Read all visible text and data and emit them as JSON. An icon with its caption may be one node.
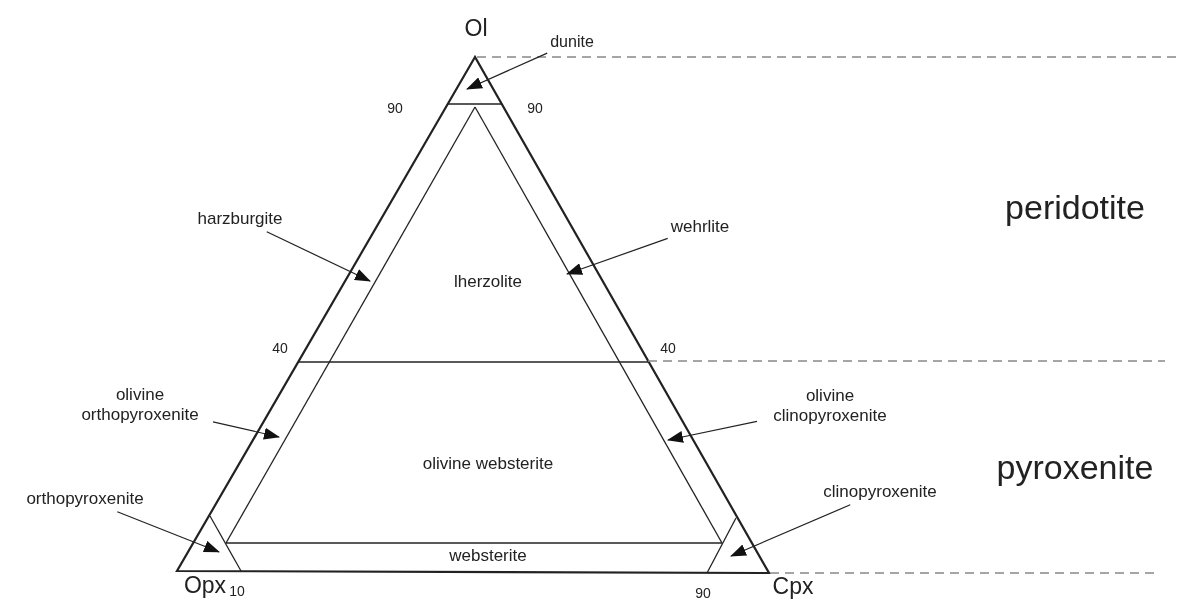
{
  "diagram": {
    "nodes": [
      {
        "text": [
          "dunite"
        ]
      },
      {
        "text": [
          "harzburgite"
        ]
      },
      {
        "text": [
          "wehrlite"
        ]
      },
      {
        "text": [
          "olivine orthopyroxenite"
        ]
      },
      {
        "text": [
          "olivine clinopyroxenite"
        ]
      },
      {
        "text": [
          "orthopyroxenite"
        ]
      },
      {
        "text": [
          "clinopyroxenite"
        ]
      }
    ],
    "edges": [
      {
        "from": 0,
        "to": null,
        "arrow": "to"
      },
      {
        "from": 1,
        "to": null,
        "arrow": "to"
      },
      {
        "from": 2,
        "to": null,
        "arrow": "to"
      },
      {
        "from": 3,
        "to": null,
        "arrow": "to"
      },
      {
        "from": 4,
        "to": null,
        "arrow": "to"
      },
      {
        "from": 5,
        "to": null,
        "arrow": "to"
      },
      {
        "from": 6,
        "to": null,
        "arrow": "to"
      }
    ],
    "labels": [
      "Ol",
      "90",
      "90",
      "lherzolite",
      "peridotite",
      "40",
      "40",
      "olivine websterite",
      "pyroxenite",
      "websterite",
      "Opx",
      "10",
      "90",
      "Cpx"
    ]
  }
}
